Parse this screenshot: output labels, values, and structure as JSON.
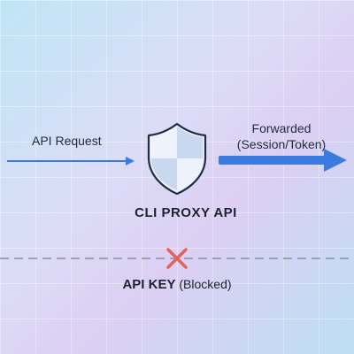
{
  "request_label": "API Request",
  "forwarded_label": [
    "Forwarded",
    "(Session/Token)"
  ],
  "proxy_label": "CLI PROXY API",
  "key_label": "API KEY",
  "key_status": "(Blocked)",
  "colors": {
    "arrow": "#3b7be0",
    "shield_fill": "#eef3fb",
    "shield_accent": "#c9d7ef",
    "shield_stroke": "#1e2c4a",
    "blocked_x": "#e2635e",
    "dashed_line": "#9aa3b2"
  },
  "icons": {
    "shield": "shield-icon",
    "blocked": "x-icon"
  }
}
